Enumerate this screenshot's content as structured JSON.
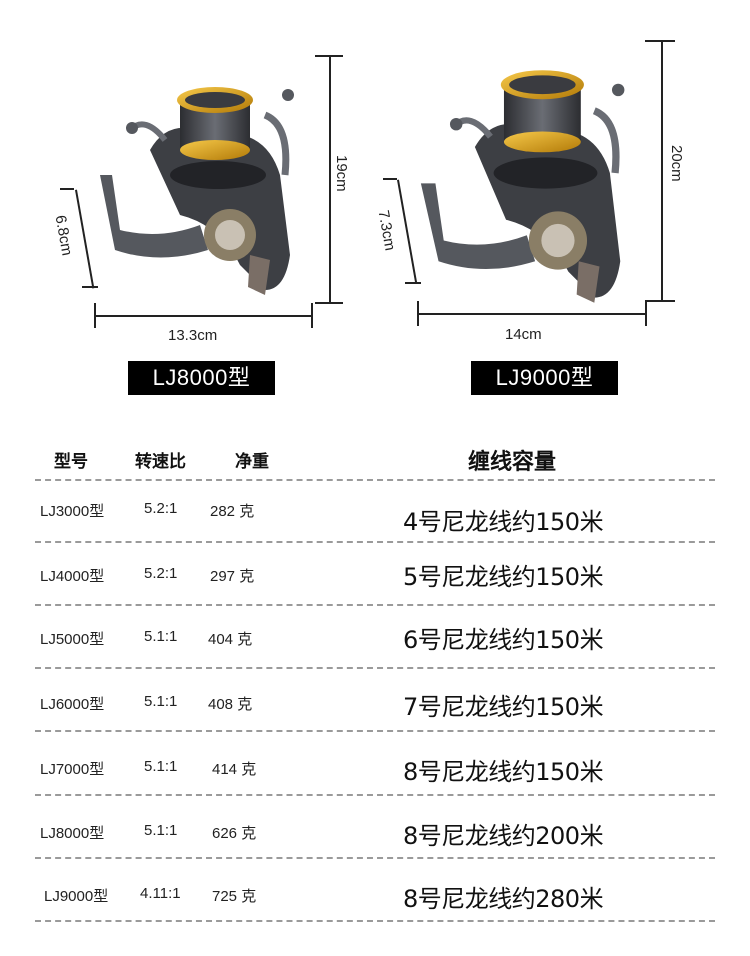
{
  "products": [
    {
      "model_label": "LJ8000型",
      "dimensions": {
        "height": "19cm",
        "width": "13.3cm",
        "handle": "6.8cm"
      }
    },
    {
      "model_label": "LJ9000型",
      "dimensions": {
        "height": "20cm",
        "width": "14cm",
        "handle": "7.3cm"
      }
    }
  ],
  "table": {
    "headers": {
      "model": "型号",
      "ratio": "转速比",
      "weight": "净重",
      "capacity": "缠线容量"
    },
    "rows": [
      {
        "model": "LJ3000型",
        "ratio": "5.2:1",
        "weight": "282 克",
        "capacity": "4号尼龙线约150米"
      },
      {
        "model": "LJ4000型",
        "ratio": "5.2:1",
        "weight": "297 克",
        "capacity": "5号尼龙线约150米"
      },
      {
        "model": "LJ5000型",
        "ratio": "5.1:1",
        "weight": "404 克",
        "capacity": "6号尼龙线约150米"
      },
      {
        "model": "LJ6000型",
        "ratio": "5.1:1",
        "weight": "408 克",
        "capacity": "7号尼龙线约150米"
      },
      {
        "model": "LJ7000型",
        "ratio": "5.1:1",
        "weight": "414 克",
        "capacity": "8号尼龙线约150米"
      },
      {
        "model": "LJ8000型",
        "ratio": "5.1:1",
        "weight": "626 克",
        "capacity": "8号尼龙线约200米"
      },
      {
        "model": "LJ9000型",
        "ratio": "4.11:1",
        "weight": "725 克",
        "capacity": "8号尼龙线约280米"
      }
    ]
  },
  "colors": {
    "spool_gold": "#e0a21a",
    "body_gunmetal": "#4a4c52",
    "label_bg": "#000000",
    "dash": "#9a9a9a"
  }
}
